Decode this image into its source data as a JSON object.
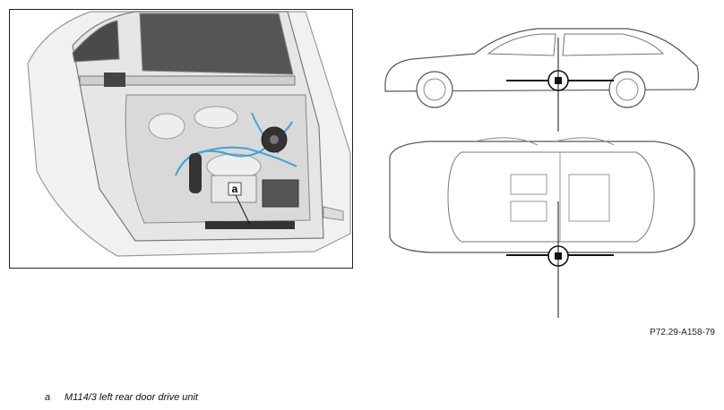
{
  "figure": {
    "reference_code": "P72.29-A158-79"
  },
  "callout": {
    "letter": "a"
  },
  "legend": [
    {
      "key": "a",
      "text": "M114/3 left rear door drive unit"
    }
  ]
}
